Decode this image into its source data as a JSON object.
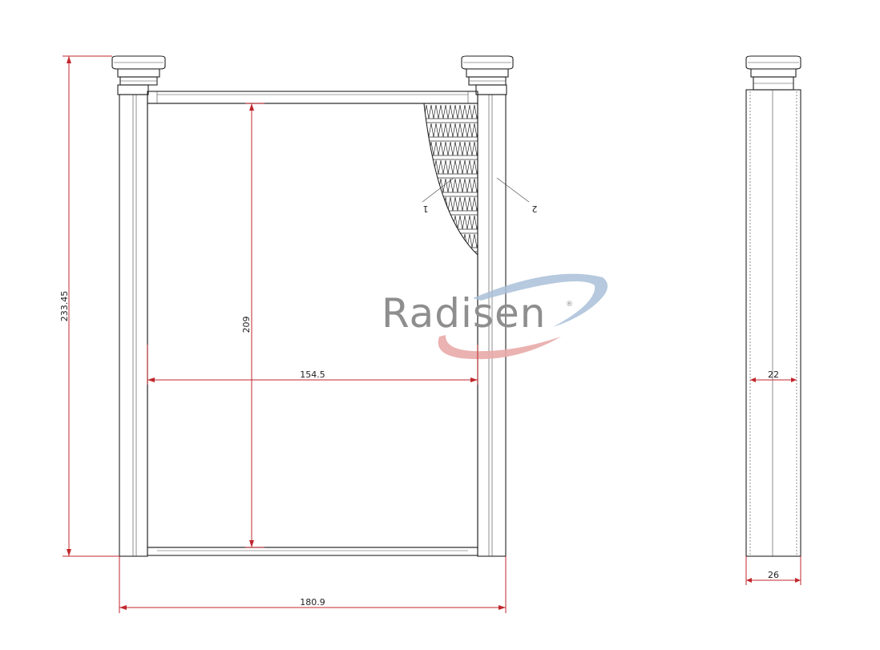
{
  "dimensions": {
    "overall_height": "233.45",
    "core_height": "209",
    "core_width": "154.5",
    "overall_width": "180.9",
    "side_inner": "22",
    "side_outer": "26"
  },
  "callouts": {
    "part_1": "1",
    "part_2": "2"
  },
  "logo": {
    "text": "Radisen",
    "mark": "®"
  },
  "colors": {
    "dimension_lines": "#c1272d",
    "outline": "#222222",
    "logo_text": "#8e8e8e",
    "swoosh_blue": "#a9bfd8",
    "swoosh_red": "#e8aaa8"
  }
}
